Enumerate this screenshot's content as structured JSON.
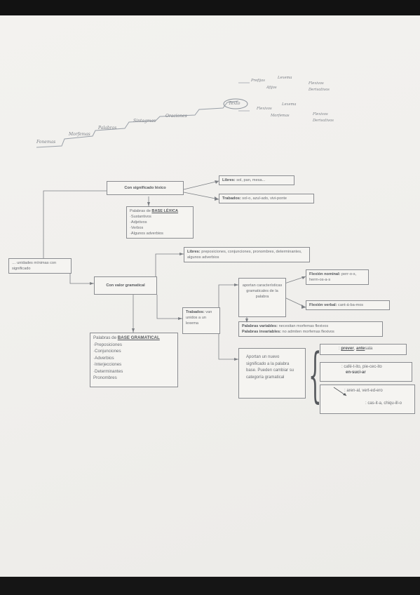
{
  "handwriting": {
    "steps": [
      "Fonemas",
      "Morfemas",
      "Palabras",
      "Sintagmas",
      "Oraciones",
      "Texto"
    ],
    "right_top": {
      "a": "Prefijos",
      "b": "Lexema",
      "c": "Afijos",
      "d": "Flexivos",
      "e": "Derivativos"
    },
    "right_mid": {
      "a": "Flexivos",
      "b": "Lexema",
      "c": "Morfemas",
      "d": "Flexivos",
      "e": "Derivativos"
    }
  },
  "map": {
    "con_significado": "Con significado léxico",
    "libres": {
      "label": "Libres:",
      "text": "sol, pan, mesa..."
    },
    "trabados_lex": {
      "label": "Trabados:",
      "text": "sol-o, azul-ado, vivi-ponte"
    },
    "base_lexica": {
      "title_prefix": "Palabras de",
      "title_strong": "BASE LÉXICA",
      "items": [
        "·Sustantivos",
        "·Adjetivos",
        "·Verbos",
        "·Algunos adverbios"
      ]
    },
    "unidades": "… unidades mínimas con significado",
    "con_valor": "Con valor gramatical",
    "libres_gram": {
      "label": "Libres:",
      "text": "preposiciones, conjunciones, pronombres, determinantes, algunos adverbios"
    },
    "trabados_gram": {
      "label": "Trabados:",
      "text": "van unidos a un lexema"
    },
    "aportan_car": "aportan características gramaticales de la palabra",
    "flexion_nominal": {
      "label": "Flexión nominal:",
      "text": "perr-o-s, herm-os-a-s"
    },
    "flexion_verbal": {
      "label": "Flexión verbal:",
      "text": "cant-á-ba-mos"
    },
    "variables": {
      "label": "Palabras variables:",
      "text": "necesitan morfemas flexivos"
    },
    "invariables": {
      "label": "Palabras invariables:",
      "text": "no admiten morfemas flexivos"
    },
    "base_gramatical": {
      "title_prefix": "Palabras de",
      "title_strong": "BASE GRAMATICAL",
      "items": [
        "·Preposiciones",
        "·Conjunciones",
        "·Adverbios",
        "·Interjecciones",
        "·Determinantes",
        "Pronombres"
      ]
    },
    "aportan_nuevo": "Aportan un nuevo significado a la palabra base. Pueden cambiar su categoría gramatical",
    "ex1": {
      "prefix": ":",
      "a": "prever",
      "b": "ante",
      "c": "sala"
    },
    "ex2": {
      "prefix": ":",
      "text": "café-t-ito, pie-cec-ito"
    },
    "ex3": {
      "text": "en-suci-ar"
    },
    "ex4": {
      "prefix": ":",
      "text": "aren-al, vert-ed-ero"
    },
    "ex5": {
      "prefix": ":",
      "text": "cas-it-a, chiqu-ill-o"
    }
  }
}
